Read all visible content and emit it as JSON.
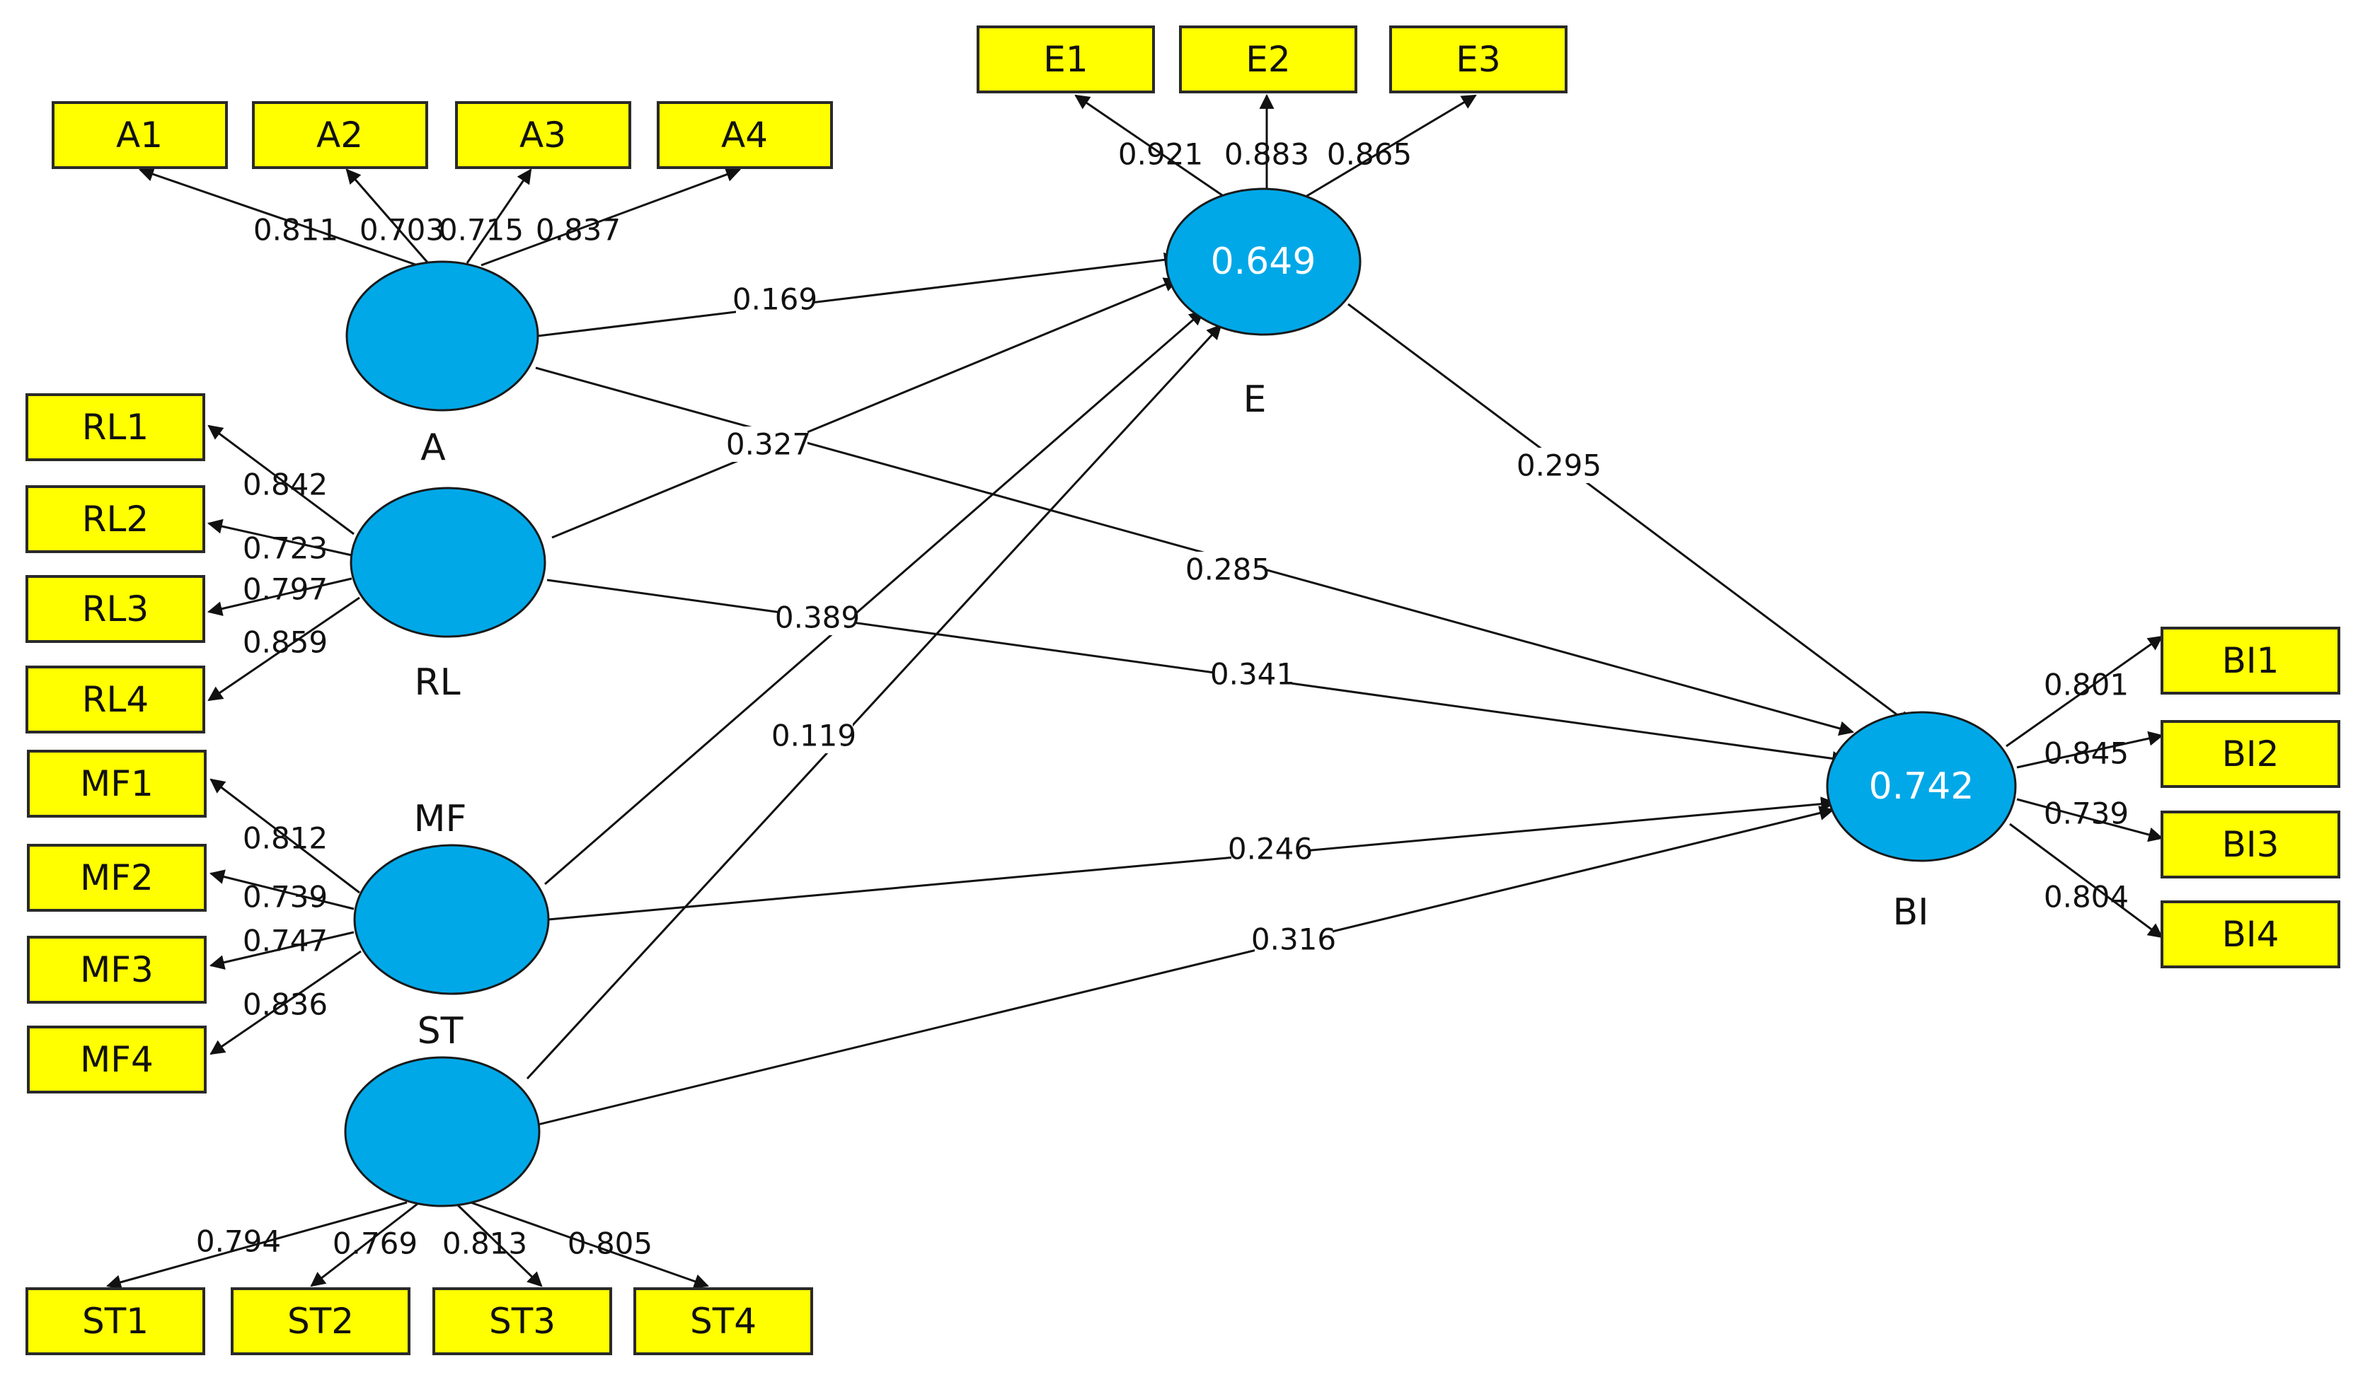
{
  "colors": {
    "indicator_fill": "#ffff00",
    "latent_fill": "#00a8e8",
    "line": "#111111"
  },
  "latents": {
    "A": {
      "name": "A",
      "r2": ""
    },
    "RL": {
      "name": "RL",
      "r2": ""
    },
    "MF": {
      "name": "MF",
      "r2": ""
    },
    "ST": {
      "name": "ST",
      "r2": ""
    },
    "E": {
      "name": "E",
      "r2": "0.649"
    },
    "BI": {
      "name": "BI",
      "r2": "0.742"
    }
  },
  "indicators": {
    "A1": "A1",
    "A2": "A2",
    "A3": "A3",
    "A4": "A4",
    "RL1": "RL1",
    "RL2": "RL2",
    "RL3": "RL3",
    "RL4": "RL4",
    "MF1": "MF1",
    "MF2": "MF2",
    "MF3": "MF3",
    "MF4": "MF4",
    "ST1": "ST1",
    "ST2": "ST2",
    "ST3": "ST3",
    "ST4": "ST4",
    "E1": "E1",
    "E2": "E2",
    "E3": "E3",
    "BI1": "BI1",
    "BI2": "BI2",
    "BI3": "BI3",
    "BI4": "BI4"
  },
  "loadings": {
    "A1": "0.811",
    "A2": "0.703",
    "A3": "0.715",
    "A4": "0.837",
    "RL1": "0.842",
    "RL2": "0.723",
    "RL3": "0.797",
    "RL4": "0.859",
    "MF1": "0.812",
    "MF2": "0.739",
    "MF3": "0.747",
    "MF4": "0.836",
    "ST1": "0.794",
    "ST2": "0.769",
    "ST3": "0.813",
    "ST4": "0.805",
    "E1": "0.921",
    "E2": "0.883",
    "E3": "0.865",
    "BI1": "0.801",
    "BI2": "0.845",
    "BI3": "0.739",
    "BI4": "0.804"
  },
  "paths": {
    "A_E": "0.169",
    "RL_E": "0.327",
    "MF_E": "0.389",
    "ST_E": "0.119",
    "A_BI": "0.285",
    "RL_BI": "0.341",
    "MF_BI": "0.246",
    "ST_BI": "0.316",
    "E_BI": "0.295"
  }
}
